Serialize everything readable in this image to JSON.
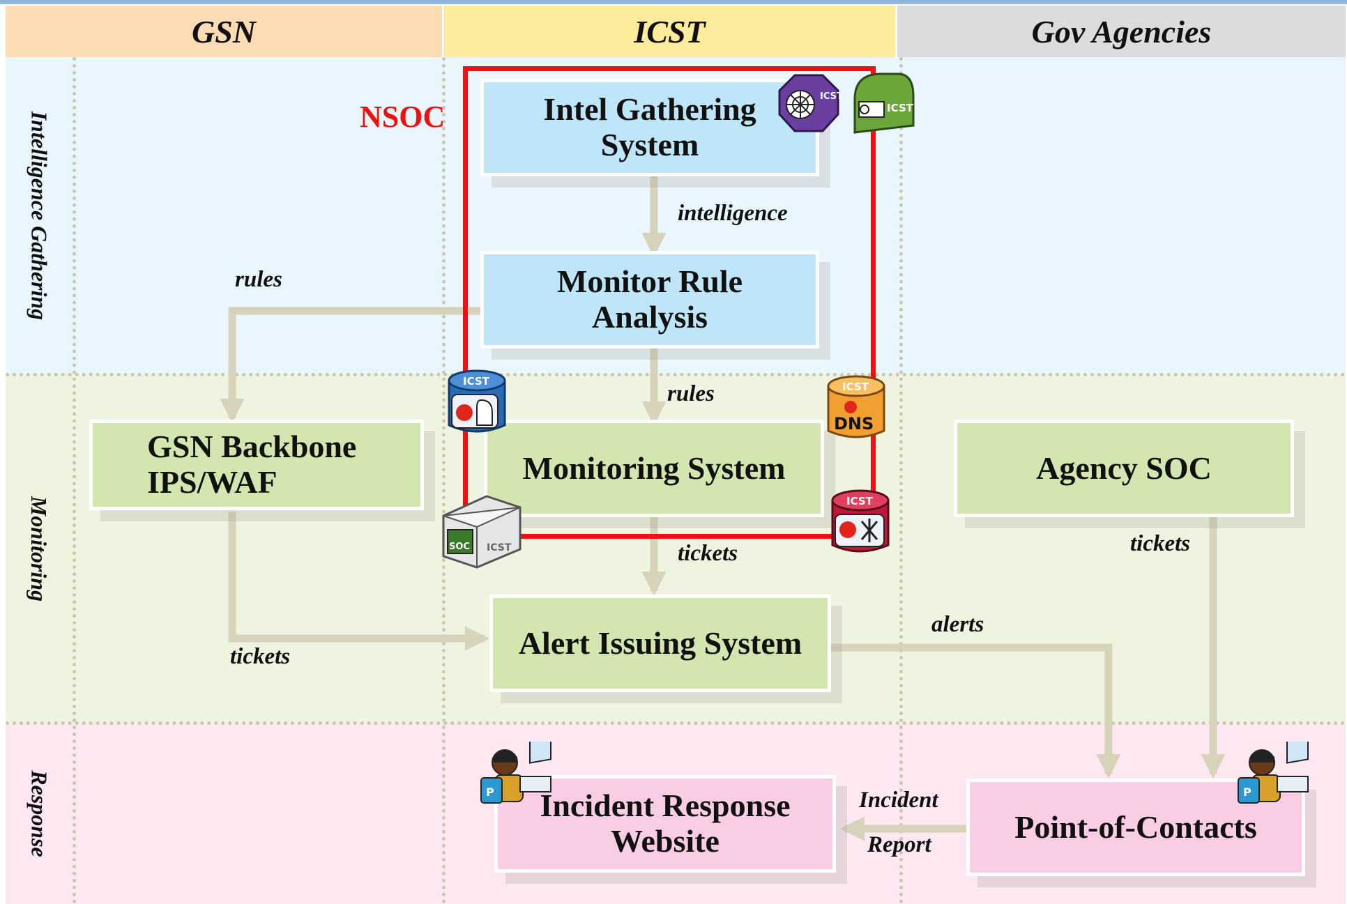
{
  "lanes": {
    "gsn": "GSN",
    "icst": "ICST",
    "gov": "Gov Agencies"
  },
  "bands": {
    "intel": "Intelligence Gathering",
    "monitoring": "Monitoring",
    "response": "Response"
  },
  "nsoc_label": "NSOC",
  "boxes": {
    "intel_gathering": "Intel Gathering\nSystem",
    "monitor_rule": "Monitor Rule\nAnalysis",
    "gsn_backbone": "GSN Backbone\nIPS/WAF",
    "monitoring_system": "Monitoring System",
    "agency_soc": "Agency SOC",
    "alert_issuing": "Alert Issuing System",
    "incident_response": "Incident Response\nWebsite",
    "point_of_contacts": "Point-of-Contacts"
  },
  "flows": {
    "intelligence": "intelligence",
    "rules_left": "rules",
    "rules_center": "rules",
    "tickets_center": "tickets",
    "tickets_left": "tickets",
    "tickets_right": "tickets",
    "alerts": "alerts",
    "incident": "Incident",
    "report": "Report"
  },
  "icons": {
    "web_tag": "ICST",
    "mail_tag": "ICST",
    "alarm_tag": "ICST",
    "dns_tag": "ICST",
    "dns_text": "DNS",
    "attack_tag": "ICST",
    "soc_text": "SOC",
    "soc_tag": "ICST"
  },
  "colors": {
    "header_gsn": "#fcdcb4",
    "header_icst": "#fcec9c",
    "header_gov": "#dcdcdc",
    "band_intel": "#eaf6fd",
    "band_monitoring": "#eef4e0",
    "band_response": "#fde7f1",
    "nsoc_border": "#ee1111",
    "arrow": "#d6d3ba"
  }
}
